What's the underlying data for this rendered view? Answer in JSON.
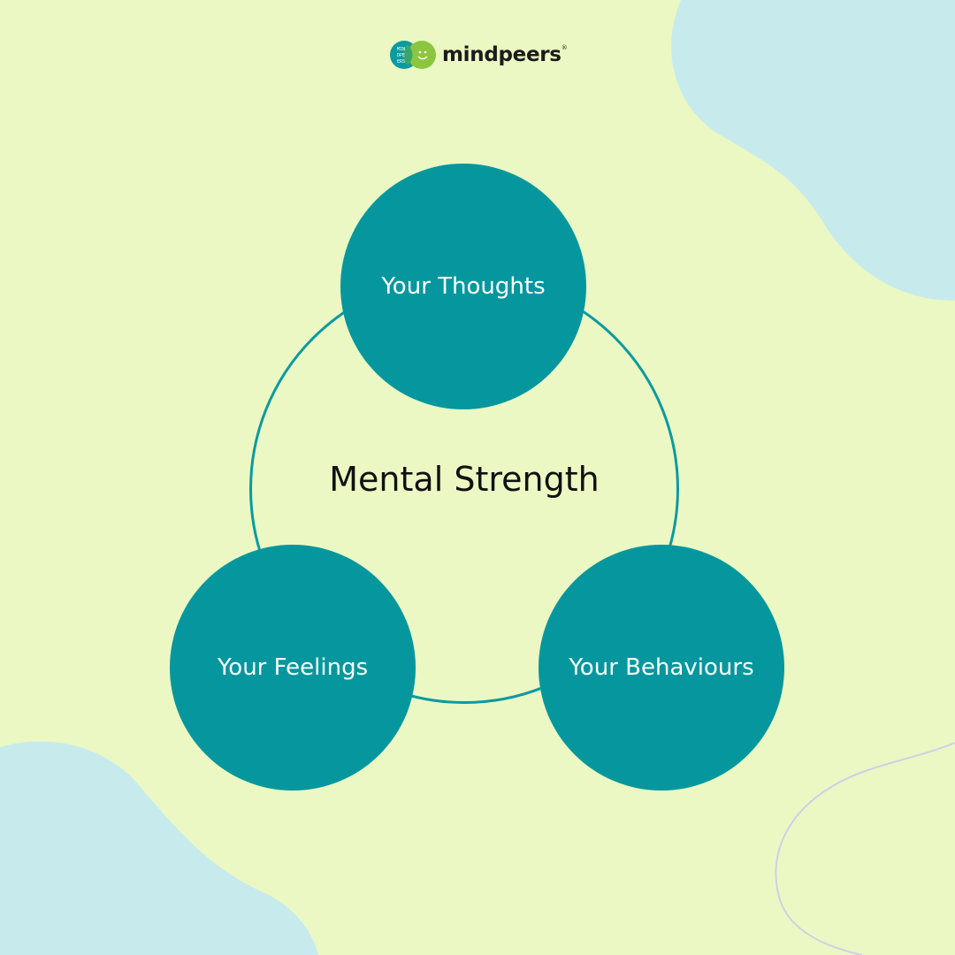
{
  "brand": {
    "logo_text": "mindpeers",
    "logo_mark_letters": "MIN DPE ERS",
    "registered_mark": "®"
  },
  "diagram": {
    "center_label": "Mental Strength",
    "nodes": [
      {
        "label": "Your Thoughts"
      },
      {
        "label": "Your Feelings"
      },
      {
        "label": "Your Behaviours"
      }
    ]
  },
  "colors": {
    "background": "#ebf8c3",
    "blob": "#c7ebec",
    "node_fill": "#05979d",
    "ring_stroke": "#0b9aa0",
    "node_text": "#ffffff",
    "title_text": "#111111",
    "logo_green": "#8cc63f"
  }
}
